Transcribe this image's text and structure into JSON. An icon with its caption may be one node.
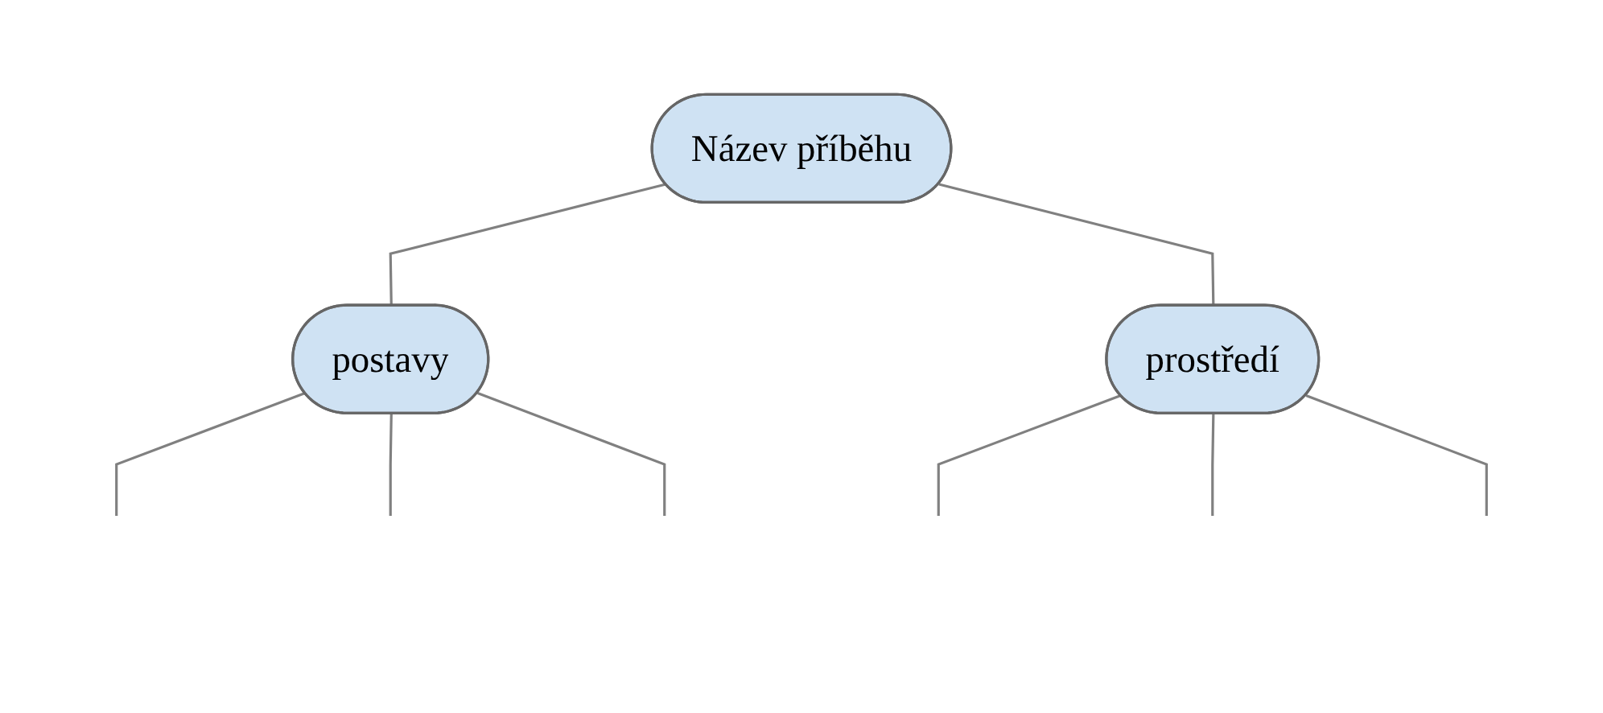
{
  "diagram": {
    "nodes": [
      {
        "text": [
          "Název příběhu"
        ]
      },
      {
        "text": [
          "postavy"
        ]
      },
      {
        "text": [
          "prostředí"
        ]
      }
    ],
    "edges": [
      {
        "from": 0,
        "to": 1,
        "arrow": "none"
      },
      {
        "from": 0,
        "to": 2,
        "arrow": "none"
      },
      {
        "from": 1,
        "to": null,
        "arrow": "none"
      },
      {
        "from": 1,
        "to": null,
        "arrow": "none"
      },
      {
        "from": 1,
        "to": null,
        "arrow": "none"
      },
      {
        "from": 2,
        "to": null,
        "arrow": "none"
      },
      {
        "from": 2,
        "to": null,
        "arrow": "none"
      },
      {
        "from": 2,
        "to": null,
        "arrow": "none"
      }
    ]
  }
}
